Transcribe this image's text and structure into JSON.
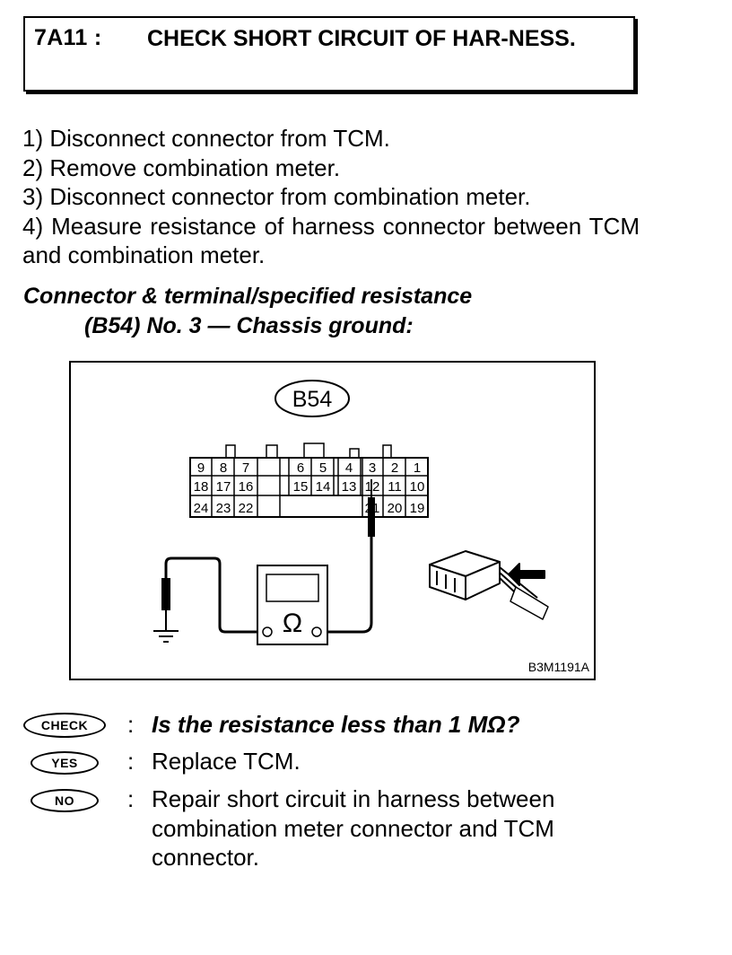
{
  "header": {
    "code": "7A11 :",
    "title": "CHECK SHORT CIRCUIT OF HAR-NESS."
  },
  "steps": [
    "1)  Disconnect connector from TCM.",
    "2)  Remove combination meter.",
    "3)  Disconnect connector from combination meter.",
    "4) Measure resistance of harness connector between TCM and combination meter."
  ],
  "spec": {
    "line1": "Connector & terminal/specified resistance",
    "line2": "(B54) No. 3 — Chassis ground:"
  },
  "figure": {
    "connector_label": "B54",
    "figure_id": "B3M1191A",
    "meter_symbol": "Ω",
    "terminals_top": [
      "9",
      "8",
      "7",
      "6",
      "5",
      "4",
      "3",
      "2",
      "1"
    ],
    "terminals_mid": [
      "18",
      "17",
      "16",
      "15",
      "14",
      "13",
      "12",
      "11",
      "10"
    ],
    "terminals_bot": [
      "24",
      "23",
      "22",
      "21",
      "20",
      "19"
    ]
  },
  "qa": {
    "check_badge": "CHECK",
    "question": "Is the resistance less than 1 MΩ?",
    "yes_badge": "YES",
    "yes_answer": "Replace TCM.",
    "no_badge": "NO",
    "no_answer": "Repair short circuit in harness between combination meter connector and TCM connector.",
    "separator": ":"
  }
}
